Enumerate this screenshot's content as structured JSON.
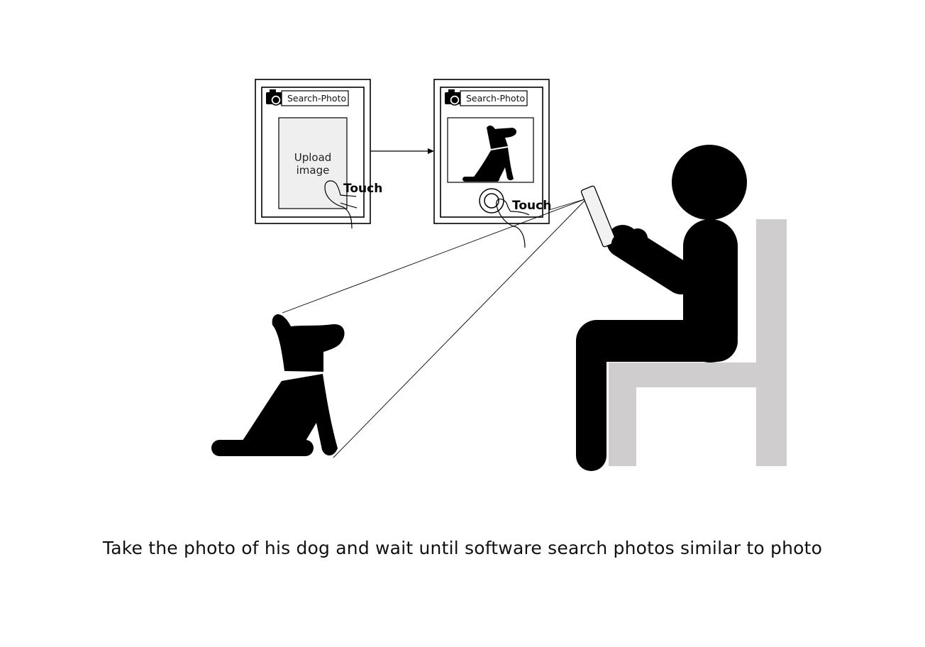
{
  "screens": [
    {
      "app_title": "Search-Photo",
      "upload_line1": "Upload",
      "upload_line2": "image",
      "touch_label": "Touch"
    },
    {
      "app_title": "Search-Photo",
      "touch_label": "Touch"
    }
  ],
  "colors": {
    "figure": "#000000",
    "chair": "#cfcdce",
    "upload_area": "#efefef",
    "phone": "#f2f2f2"
  },
  "icons": [
    "camera-icon",
    "shutter-button-icon",
    "finger-icon",
    "dog-icon",
    "person-icon",
    "chair-icon",
    "phone-icon"
  ],
  "caption": "Take the photo of his dog and wait until software search photos similar to photo"
}
